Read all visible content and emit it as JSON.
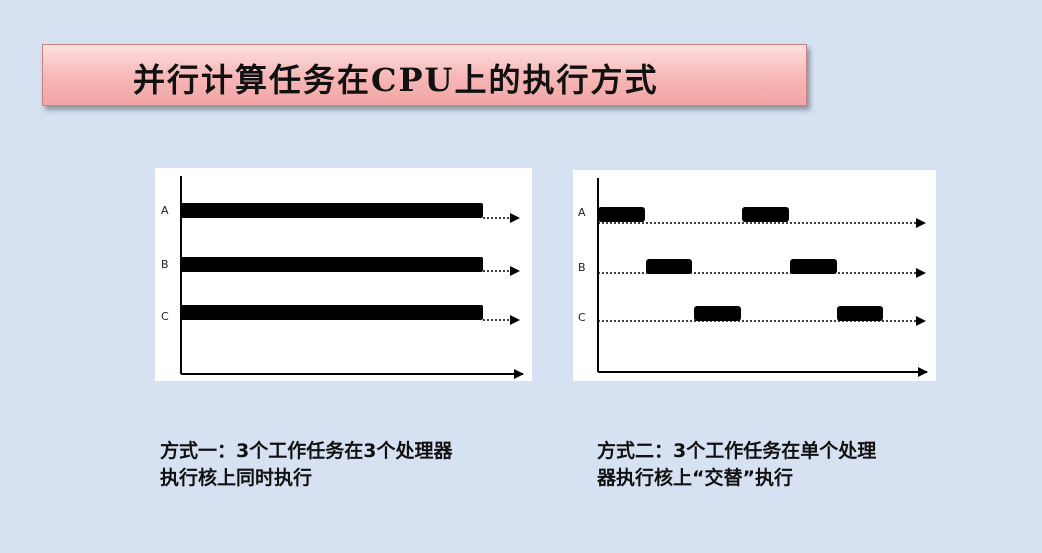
{
  "title": "并行计算任务在CPU上的执行方式",
  "diagrams": [
    {
      "lanes": [
        "A",
        "B",
        "C"
      ],
      "caption_line1": "方式一：3个工作任务在3个处理器",
      "caption_line2": "执行核上同时执行"
    },
    {
      "lanes": [
        "A",
        "B",
        "C"
      ],
      "caption_line1": "方式二：3个工作任务在单个处理",
      "caption_line2": "器执行核上“交替”执行"
    }
  ],
  "colors": {
    "background": "#d6e2f2",
    "banner": "#f6b6b6",
    "bar": "#000000"
  }
}
